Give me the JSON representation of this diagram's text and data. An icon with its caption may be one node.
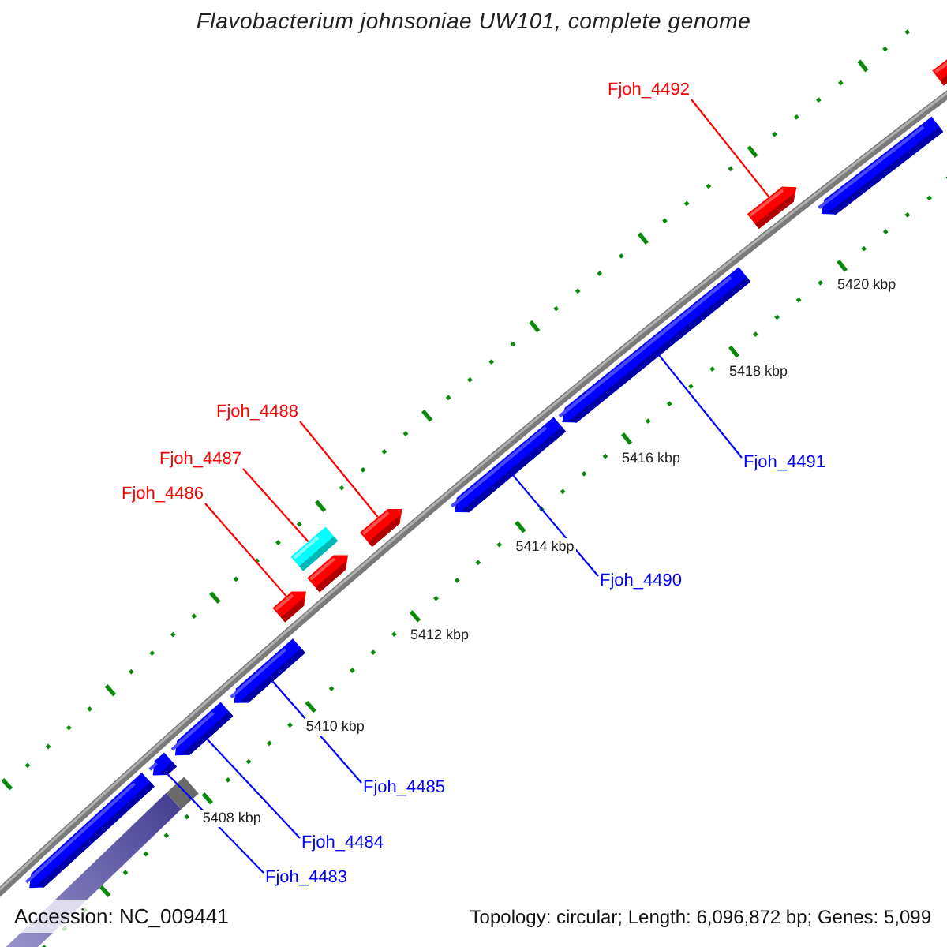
{
  "diagram": {
    "title": "Flavobacterium johnsoniae UW101, complete genome",
    "nodes": [
      {
        "text": [
          "Fjoh_4492"
        ]
      },
      {
        "text": [
          "Fjoh_4488"
        ]
      },
      {
        "text": [
          "Fjoh_4487"
        ]
      },
      {
        "text": [
          "Fjoh_4491"
        ]
      },
      {
        "text": [
          "Fjoh_4486"
        ]
      },
      {
        "text": [
          "Fjoh_4490"
        ]
      },
      {
        "text": [
          "Fjoh_4485"
        ]
      },
      {
        "text": [
          "Fjoh_4484"
        ]
      },
      {
        "text": [
          "Fjoh_4483"
        ]
      },
      {
        "text": [],
        "shape": "arrow"
      },
      {
        "text": [],
        "shape": "bar"
      },
      {
        "text": [],
        "shape": "arrow"
      },
      {
        "text": [],
        "shape": "arrow"
      },
      {
        "text": [],
        "shape": "arrow"
      },
      {
        "text": [],
        "shape": "arrow"
      },
      {
        "text": [],
        "shape": "box"
      },
      {
        "text": [],
        "shape": "arrow"
      },
      {
        "text": [],
        "shape": "arrow"
      },
      {
        "text": [],
        "shape": "arrow"
      },
      {
        "text": [],
        "shape": "arrow"
      },
      {
        "text": [],
        "shape": "arrow"
      },
      {
        "text": [],
        "shape": "arrow"
      },
      {
        "text": [],
        "shape": "arrow"
      }
    ],
    "edges": [
      {
        "from": 0,
        "to": 20,
        "arrow": "none",
        "color": "#ff0000"
      },
      {
        "from": 1,
        "to": 17,
        "arrow": "none",
        "color": "#ff0000"
      },
      {
        "from": 2,
        "to": 15,
        "arrow": "none",
        "color": "#ff0000"
      },
      {
        "from": 3,
        "to": 19,
        "arrow": "none"
      },
      {
        "from": 4,
        "to": 14,
        "arrow": "none",
        "color": "#ff0000"
      },
      {
        "from": 5,
        "to": 18,
        "arrow": "none"
      },
      {
        "from": 6,
        "to": 13,
        "arrow": "none"
      },
      {
        "from": 7,
        "to": 12,
        "arrow": "none"
      },
      {
        "from": 8,
        "to": 11,
        "arrow": "none"
      }
    ],
    "labels": [
      "5420 kbp",
      "5418 kbp",
      "5416 kbp",
      "5414 kbp",
      "5412 kbp",
      "5410 kbp",
      "5408 kbp",
      "Accession: NC_009441",
      "Topology: circular; Length: 6,096,872 bp; Genes: 5,099"
    ]
  }
}
